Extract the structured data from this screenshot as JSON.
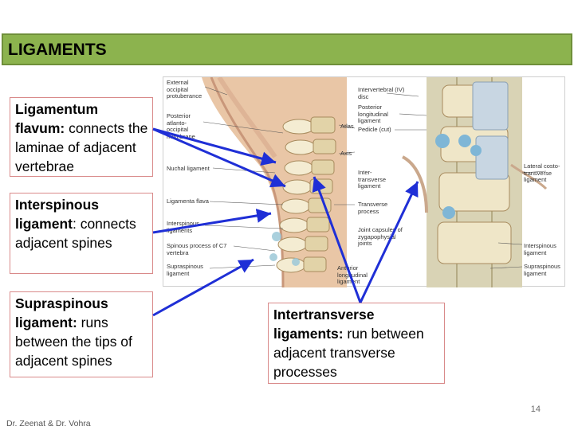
{
  "slide": {
    "title": "LIGAMENTS",
    "page_number": "14",
    "footer": "Dr. Zeenat & Dr. Vohra"
  },
  "boxes": {
    "flavum": {
      "term": "Ligamentum flavum:",
      "desc": " connects the laminae of adjacent vertebrae"
    },
    "interspinous": {
      "term": "Interspinous ligament",
      "desc": ": connects adjacent spines"
    },
    "supraspinous": {
      "term": "Supraspinous ligament:",
      "desc": " runs between the tips of adjacent spines"
    },
    "intertransverse": {
      "term": "Intertransverse ligaments:",
      "desc": " run between adjacent transverse processes"
    }
  },
  "figure": {
    "left_labels": [
      "External occipital protuberance",
      "Posterior atlanto-occipital membrane",
      "Nuchal ligament",
      "Ligamenta flava",
      "Interspinous ligaments",
      "Spinous process of C7 vertebra",
      "Supraspinous ligament"
    ],
    "middle_labels": [
      "Atlas",
      "Axis",
      "Inter-transverse ligament",
      "Transverse process",
      "Joint capsules of zygapophysial joints",
      "Anterior longitudinal ligament"
    ],
    "right_labels": [
      "Intervertebral (IV) disc",
      "Posterior longitudinal ligament",
      "Pedicle (cut)",
      "Lateral costo-transverse ligament",
      "Interspinous ligament",
      "Supraspinous ligament"
    ]
  },
  "colors": {
    "title_bar": "#8cb34e",
    "box_border": "#d98a8a",
    "arrow": "#1f2fd6"
  }
}
